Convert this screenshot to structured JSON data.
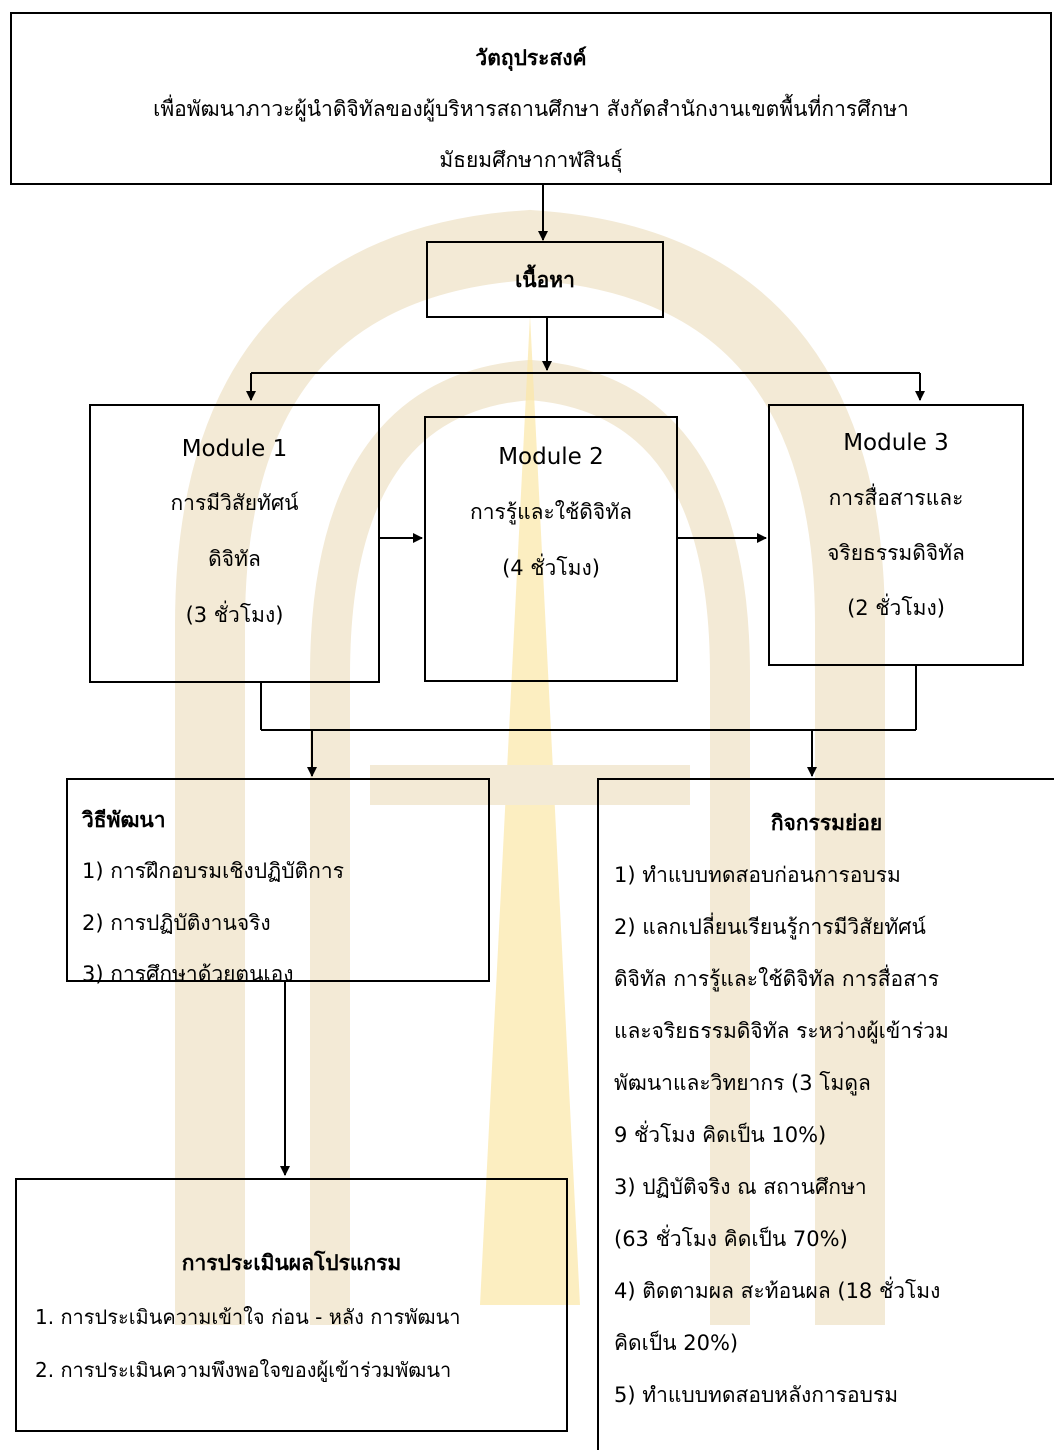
{
  "objective": {
    "title": "วัตถุประสงค์",
    "line1": "เพื่อพัฒนาภาวะผู้นำดิจิทัลของผู้บริหารสถานศึกษา สังกัดสำนักงานเขตพื้นที่การศึกษา",
    "line2": "มัธยมศึกษากาฬสินธุ์"
  },
  "content": {
    "title": "เนื้อหา"
  },
  "modules": [
    {
      "name": "Module 1",
      "lines": [
        "การมีวิสัยทัศน์",
        "ดิจิทัล",
        "(3 ชั่วโมง)"
      ]
    },
    {
      "name": "Module 2",
      "lines": [
        "การรู้และใช้ดิจิทัล",
        "(4 ชั่วโมง)"
      ]
    },
    {
      "name": "Module 3",
      "lines": [
        "การสื่อสารและ",
        "จริยธรรมดิจิทัล",
        "(2 ชั่วโมง)"
      ]
    }
  ],
  "methods": {
    "title": "วิธีพัฒนา",
    "items": [
      "1) การฝึกอบรมเชิงปฏิบัติการ",
      "2) การปฏิบัติงานจริง",
      "3) การศึกษาด้วยตนเอง"
    ]
  },
  "activities": {
    "title": "กิจกรรมย่อย",
    "lines": [
      "1) ทำแบบทดสอบก่อนการอบรม",
      "2) แลกเปลี่ยนเรียนรู้การมีวิสัยทัศน์",
      "ดิจิทัล การรู้และใช้ดิจิทัล การสื่อสาร",
      "และจริยธรรมดิจิทัล ระหว่างผู้เข้าร่วม",
      "พัฒนาและวิทยากร (3 โมดูล",
      "9 ชั่วโมง คิดเป็น 10%)",
      "3) ปฏิบัติจริง ณ สถานศึกษา",
      "(63 ชั่วโมง คิดเป็น 70%)",
      "4) ติดตามผล สะท้อนผล (18 ชั่วโมง",
      "คิดเป็น 20%)",
      "5) ทำแบบทดสอบหลังการอบรม"
    ]
  },
  "evaluation": {
    "title": "การประเมินผลโปรแกรม",
    "items": [
      "1. การประเมินความเข้าใจ ก่อน - หลัง การพัฒนา",
      "2. การประเมินความพึงพอใจของผู้เข้าร่วมพัฒนา"
    ]
  },
  "colors": {
    "line": "#000000",
    "watermark": "#f3ead6",
    "watermark_accent": "#fbe7a6"
  }
}
